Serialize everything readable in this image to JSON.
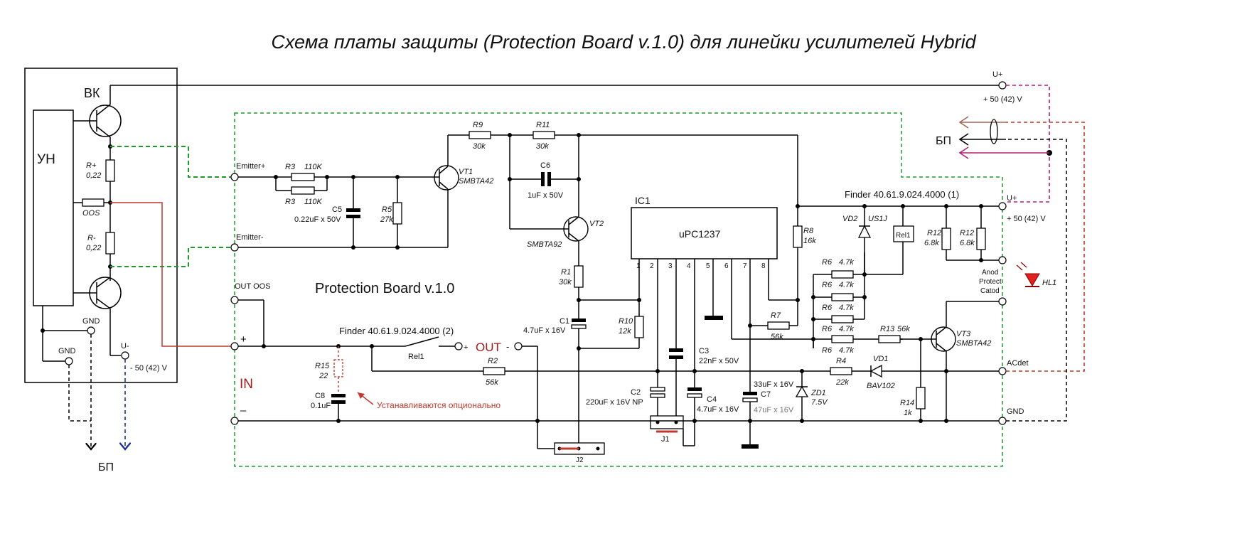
{
  "title": "Схема платы защиты (Protection Board v.1.0) для линейки усилителей Hybrid",
  "board_name": "Protection Board v.1.0",
  "left_module": {
    "vk": "ВК",
    "un": "УН",
    "r_plus": "R+",
    "r_plus_val": "0,22",
    "oos": "OOS",
    "r_minus": "R-",
    "r_minus_val": "0,22",
    "gnd1": "GND",
    "gnd2": "GND",
    "u_minus": "U-",
    "u_minus_val": "- 50 (42) V",
    "bp_bottom": "БП"
  },
  "terminals": {
    "emitter_plus": "Emitter+",
    "emitter_minus": "Emitter-",
    "out_oos": "OUT OOS",
    "plus": "+",
    "minus": "–",
    "in": "IN",
    "out_label": "OUT",
    "out_plus": "+",
    "out_minus": "-",
    "u_plus_top": "U+",
    "u_plus_top_val": "+ 50 (42) V",
    "u_plus_right": "U+",
    "u_plus_right_val": "+ 50 (42) V",
    "bp_right": "БП",
    "anod": "Anod",
    "protect": "Protect",
    "catod": "Catod",
    "acdet": "ACdet",
    "gnd": "GND"
  },
  "components": {
    "r3a": "R3",
    "r3a_val": "110K",
    "r3b": "R3",
    "r3b_val": "110K",
    "c5": "C5",
    "c5_val": "0.22uF x 50V",
    "r5": "R5",
    "r5_val": "27k",
    "vt1": "VT1",
    "vt1_val": "SMBTA42",
    "r9": "R9",
    "r9_val": "30k",
    "r11": "R11",
    "r11_val": "30k",
    "c6": "C6",
    "c6_val": "1uF x 50V",
    "vt2": "VT2",
    "vt2_val": "SMBTA92",
    "r1": "R1",
    "r1_val": "30k",
    "c1": "C1",
    "c1_val": "4.7uF x 16V",
    "r10": "R10",
    "r10_val": "12k",
    "ic1": "IC1",
    "ic1_val": "uPC1237",
    "ic_pins": [
      "1",
      "2",
      "3",
      "4",
      "5",
      "6",
      "7",
      "8"
    ],
    "r8": "R8",
    "r8_val": "16k",
    "r7": "R7",
    "r7_val": "56k",
    "c3": "C3",
    "c3_val": "22nF x 50V",
    "c2": "C2",
    "c2_val": "220uF x 16V NP",
    "c4": "C4",
    "c4_val": "4.7uF x 16V",
    "c7": "C7",
    "c7_val_a": "33uF x 16V",
    "c7_val_b": "47uF x 16V",
    "zd1": "ZD1",
    "zd1_val": "7.5V",
    "r4": "R4",
    "r4_val": "22k",
    "vd1": "VD1",
    "vd1_val": "BAV102",
    "r6_label": "R6",
    "r6_val": "4.7k",
    "vd2": "VD2",
    "vd2_val": "US1J",
    "rel1_box": "Rel1",
    "rel1_contact": "Rel1",
    "r12a": "R12",
    "r12a_val": "6.8k",
    "r12b": "R12",
    "r12b_val": "6.8k",
    "r13": "R13",
    "r13_val": "56k",
    "vt3": "VT3",
    "vt3_val": "SMBTA42",
    "r14": "R14",
    "r14_val": "1k",
    "hl1": "HL1",
    "r2": "R2",
    "r2_val": "56k",
    "r15": "R15",
    "r15_val": "22",
    "c8": "C8",
    "c8_val": "0.1uF",
    "j1": "J1",
    "j2": "J2",
    "finder1": "Finder 40.61.9.024.4000 (1)",
    "finder2": "Finder 40.61.9.024.4000 (2)"
  },
  "note": "Устанавливаются опционально",
  "colors": {
    "wire": "#000000",
    "green_dash": "#1f9a2a",
    "red": "#c0392b",
    "magenta": "#b1217a",
    "blue": "#1d2f9a",
    "brown_arrow": "#a0685a"
  }
}
